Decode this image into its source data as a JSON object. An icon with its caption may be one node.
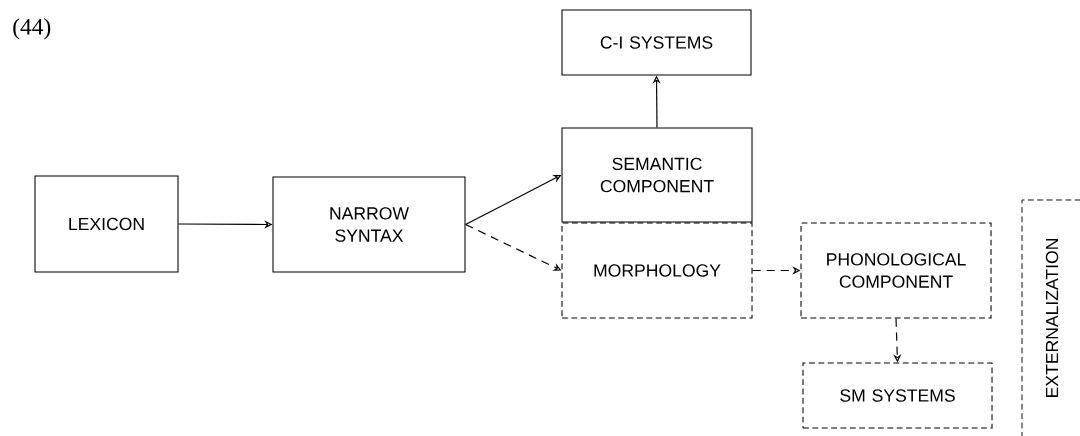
{
  "diagram": {
    "nodes": [
      {
        "text": [
          "LEXICON"
        ]
      },
      {
        "text": [
          "NARROW SYNTAX"
        ]
      },
      {
        "text": [
          "C-I SYSTEMS"
        ]
      },
      {
        "text": [
          "SEMANTIC COMPONENT"
        ]
      },
      {
        "text": [
          "MORPHOLOGY"
        ]
      },
      {
        "text": [
          "PHONOLOGICAL COMPONENT"
        ]
      },
      {
        "text": [
          "SM SYSTEMS"
        ]
      },
      {
        "text": [
          "EXTERNALIZATION"
        ]
      }
    ],
    "edges": [
      {
        "from": 0,
        "to": 1,
        "arrow": "to"
      },
      {
        "from": 1,
        "to": 3,
        "arrow": "to"
      },
      {
        "from": 1,
        "to": 4,
        "arrow": "to",
        "style": "dashed"
      },
      {
        "from": 3,
        "to": 2,
        "arrow": "to"
      },
      {
        "from": 4,
        "to": 5,
        "arrow": "to",
        "style": "dashed"
      },
      {
        "from": 5,
        "to": 6,
        "arrow": "to",
        "style": "dashed"
      }
    ],
    "labels": [
      "(44)"
    ]
  }
}
